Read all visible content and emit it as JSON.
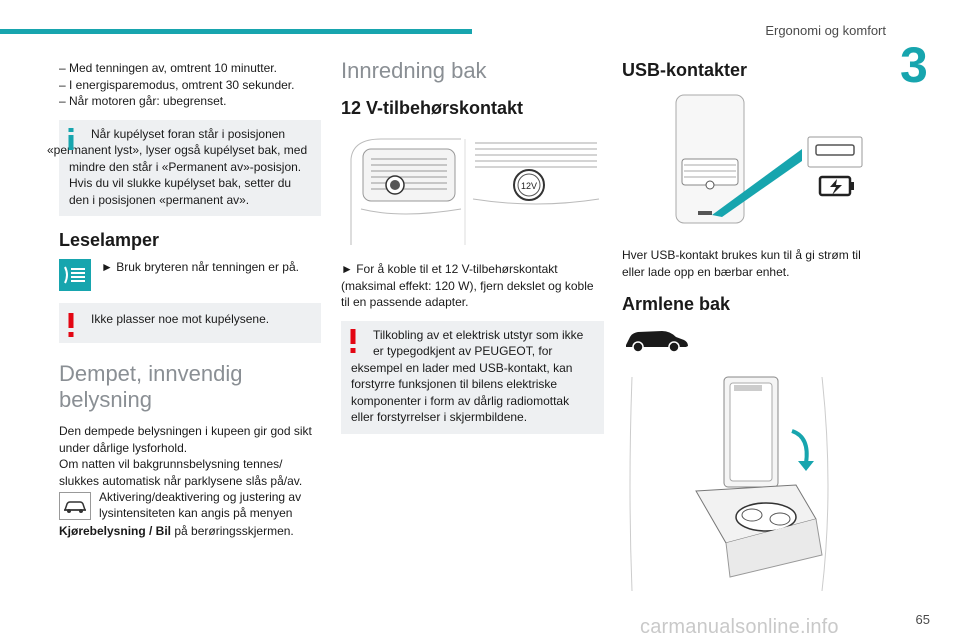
{
  "header": {
    "section_title": "Ergonomi og komfort",
    "chapter_number": "3"
  },
  "footer": {
    "page_number": "65",
    "watermark": "carmanualsonline.info"
  },
  "column1": {
    "dash_items": [
      "–  Med tenningen av, omtrent 10 minutter.",
      "–  I energisparemodus, omtrent 30 sekunder.",
      "–  Når motoren går: ubegrenset."
    ],
    "info_box": {
      "line1": "Når kupélyset foran står i posisjonen",
      "rest": "«permanent lyst», lyser også kupélyset bak, med mindre den står i «Permanent av»-posisjon.",
      "rest2": "Hvis du vil slukke kupélyset bak, setter du den i posisjonen «permanent av»."
    },
    "heading_leselamper": "Leselamper",
    "leselamper_instruction": "► Bruk bryteren når tenningen er på.",
    "warning_box_text": "Ikke plasser noe mot kupélysene.",
    "heading_dempet": "Dempet, innvendig belysning",
    "dempet_para1": "Den dempede belysningen i kupeen gir god sikt under dårlige lysforhold.",
    "dempet_para2": "Om natten vil bakgrunnsbelysning tennes/ slukkes automatisk når parklysene slås på/av.",
    "dempet_icon_line1": "Aktivering/deaktivering og justering av",
    "dempet_icon_line2": "lysintensiteten kan angis på menyen",
    "menu_path_bold": "Kjørebelysning / Bil",
    "menu_path_rest": " på berøringsskjermen."
  },
  "column2": {
    "heading_innredning": "Innredning bak",
    "heading_12v": "12 V-tilbehørskontakt",
    "socket_label": "12V",
    "instruction_12v": "► For å koble til et 12 V-tilbehørskontakt (maksimal effekt: 120 W), fjern dekslet og koble til en passende adapter.",
    "warning_first": "Tilkobling av et elektrisk utstyr som ikke",
    "warning_rest": "er typegodkjent av PEUGEOT, for eksempel en lader med USB-kontakt, kan forstyrre funksjonen til bilens elektriske komponenter i form av dårlig radiomottak eller forstyrrelser i skjermbildene."
  },
  "column3": {
    "heading_usb": "USB-kontakter",
    "usb_text": "Hver USB-kontakt brukes kun til å gi strøm til eller lade opp en bærbar enhet.",
    "heading_armlene": "Armlene bak"
  },
  "colors": {
    "accent": "#17a5ae",
    "warning": "#e30613",
    "box_bg": "#eef0f2",
    "heading_gray": "#8a8f94"
  }
}
